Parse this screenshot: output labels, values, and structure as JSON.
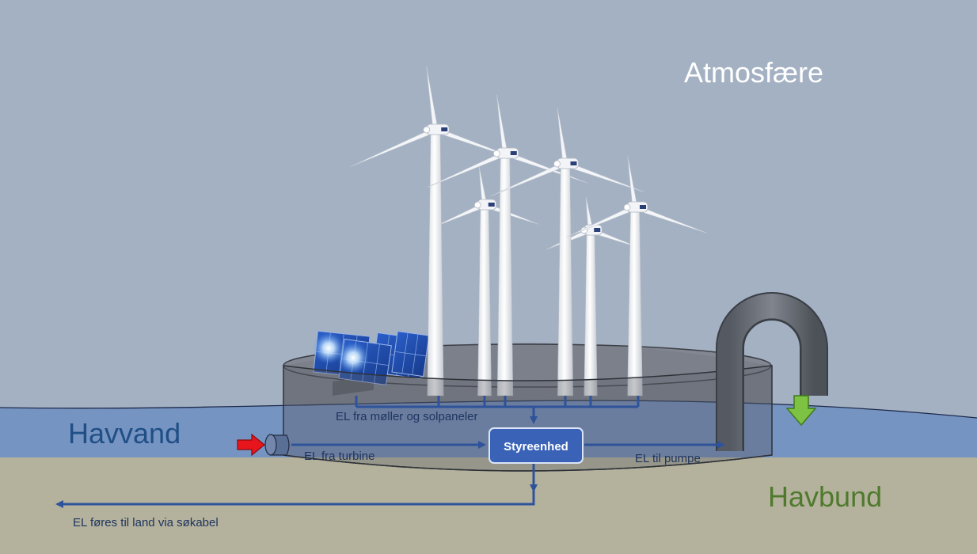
{
  "zones": {
    "atmosphere": "Atmosfære",
    "seawater": "Havvand",
    "seabed": "Havbund"
  },
  "control_unit": {
    "label": "Styreenhed"
  },
  "flows": {
    "from_turbines_and_panels": "EL fra møller og solpaneler",
    "from_turbine": "EL fra turbine",
    "to_pump": "EL til pumpe",
    "to_land": "EL føres til land via søkabel"
  },
  "colors": {
    "sky": "#a3b1c3",
    "sea": "#6f8fc2",
    "seabed": "#b4b29c",
    "cable": "#2f539a",
    "control_unit": "#3a63b8",
    "inflow_arrow": "#e8161c",
    "outflow_arrow": "#7dc242",
    "reservoir": "#6b6f78"
  },
  "icons": [
    "wind-turbine-icon",
    "solar-panel-icon",
    "water-turbine-icon",
    "pump-pipe-icon"
  ]
}
